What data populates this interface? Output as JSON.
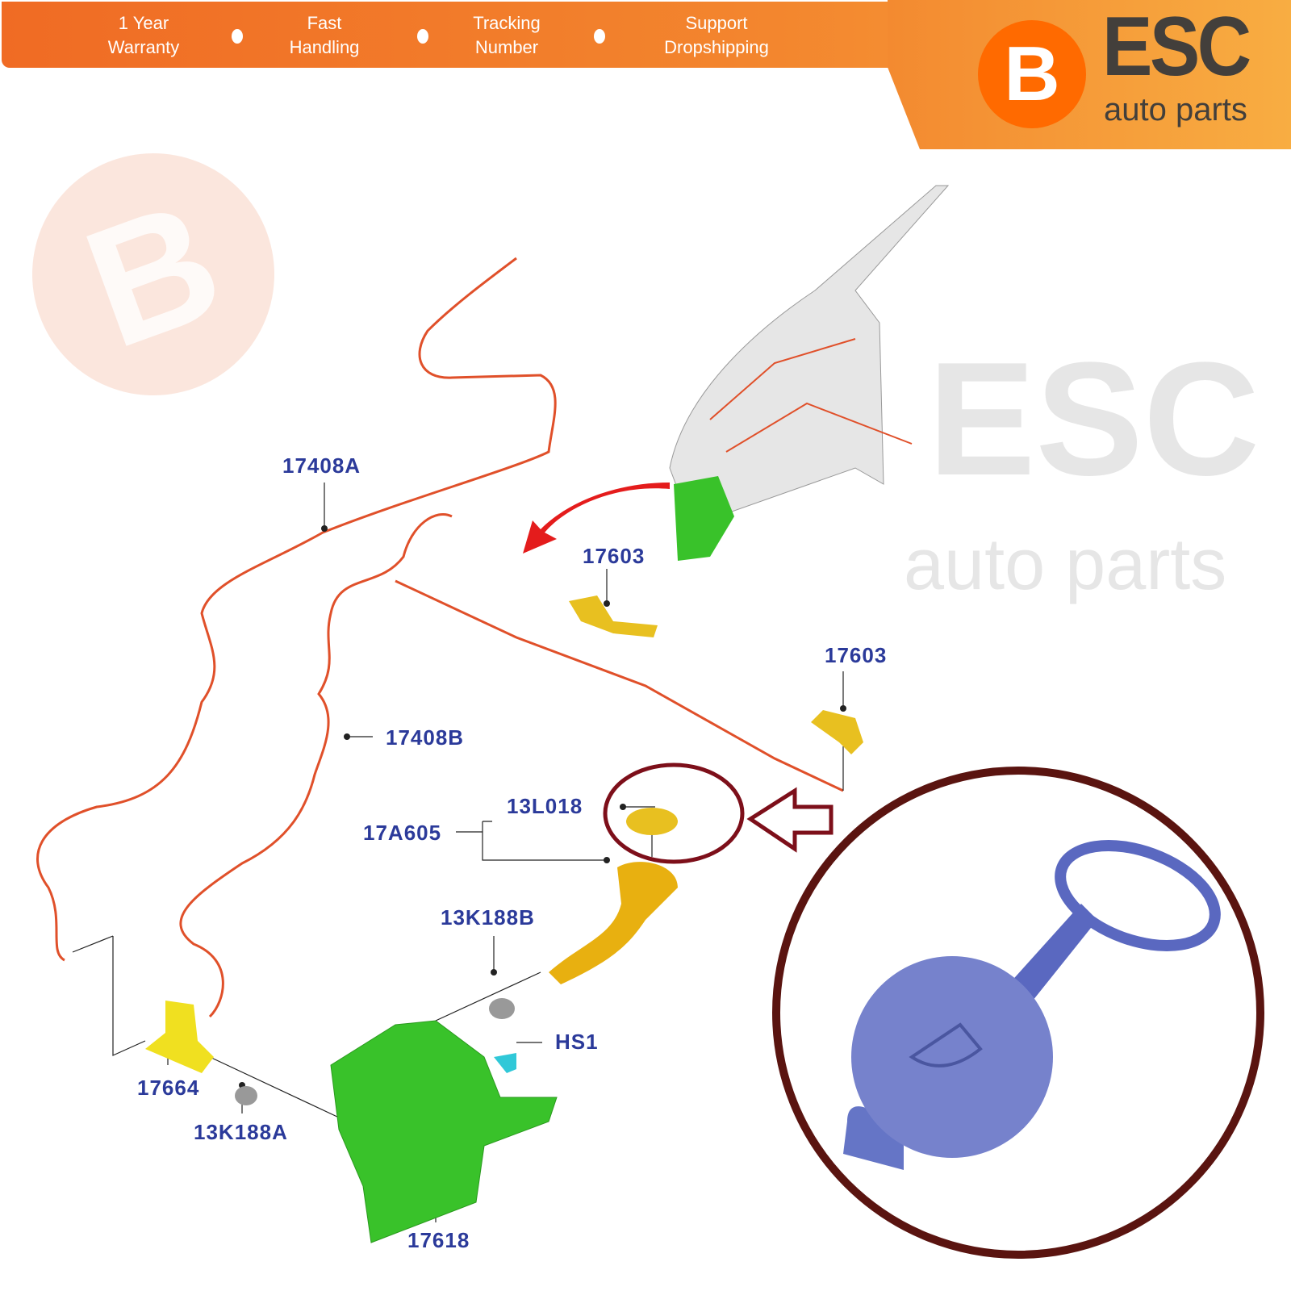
{
  "banner": {
    "features": [
      {
        "line1": "1 Year",
        "line2": "Warranty"
      },
      {
        "line1": "Fast",
        "line2": "Handling"
      },
      {
        "line1": "Tracking",
        "line2": "Number"
      },
      {
        "line1": "Support",
        "line2": "Dropshipping"
      }
    ],
    "logo": {
      "badge": "B",
      "name": "ESC",
      "tagline": "auto parts"
    }
  },
  "watermark": {
    "badge": "B",
    "name": "ESC",
    "tagline": "auto parts"
  },
  "part_labels": {
    "hose_a": "17408A",
    "hose_b": "17408B",
    "nozzle_1": "17603",
    "nozzle_2": "17603",
    "cap": "13L018",
    "filler_assembly": "17A605",
    "grommet_b": "13K188B",
    "bolt": "HS1",
    "pump": "17664",
    "grommet_a": "13K188A",
    "reservoir": "17618"
  },
  "colors": {
    "label": "#2b3a9a",
    "highlight": "#7d0f1a",
    "hose": "#e0502a",
    "reservoir": "#39c22a",
    "cap_photo": "#5a68c0"
  }
}
